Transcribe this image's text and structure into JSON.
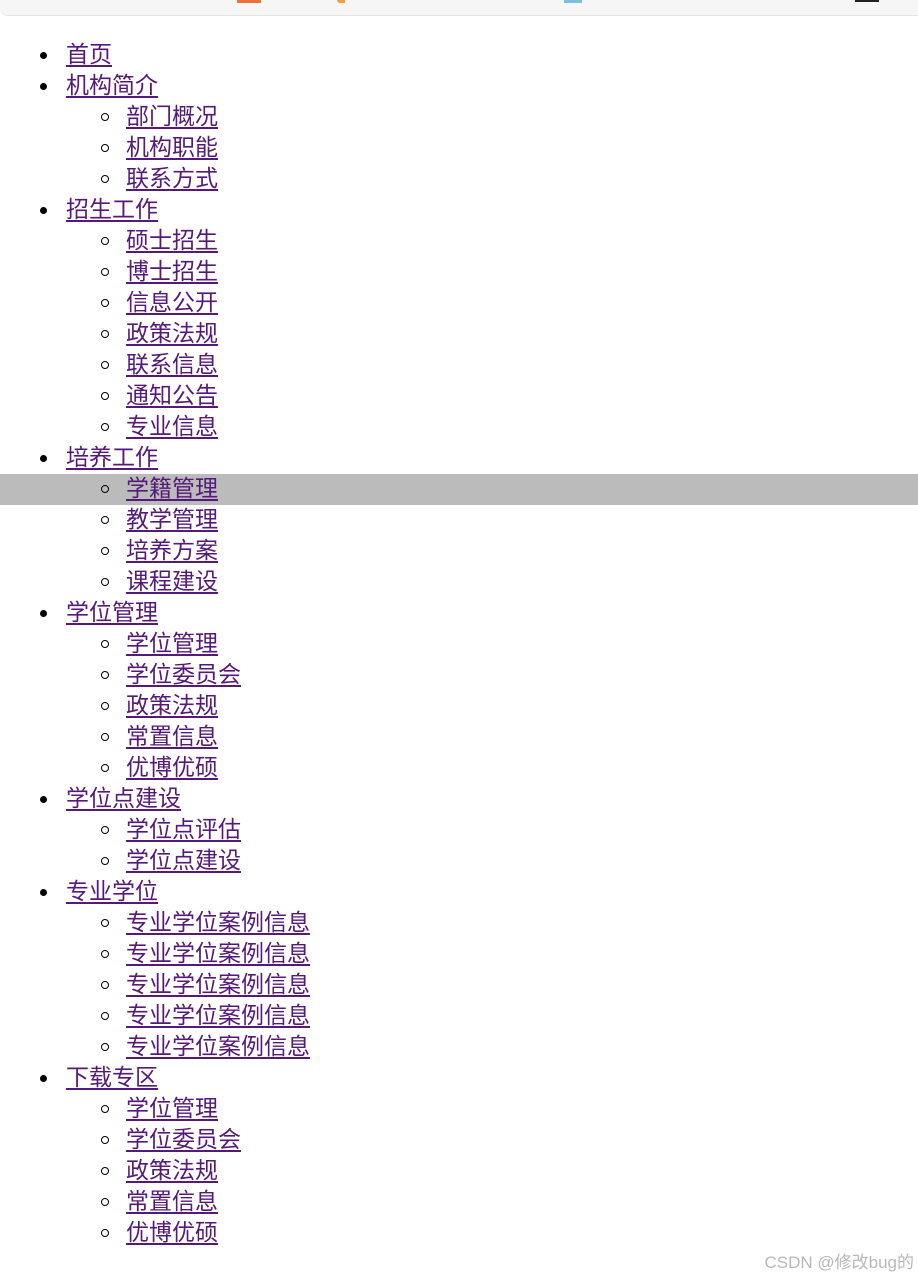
{
  "colors": {
    "link": "#55197a",
    "highlight": "#bbbbbb",
    "strip_accent_1": "#e8743b",
    "strip_accent_2": "#f0a040",
    "strip_accent_3": "#7fc0d8"
  },
  "nav": {
    "items": [
      {
        "label": "首页",
        "children": []
      },
      {
        "label": "机构简介",
        "children": [
          "部门概况",
          "机构职能",
          "联系方式"
        ]
      },
      {
        "label": "招生工作",
        "children": [
          "硕士招生",
          "博士招生",
          "信息公开",
          "政策法规",
          "联系信息",
          "通知公告",
          "专业信息"
        ]
      },
      {
        "label": "培养工作",
        "children": [
          "学籍管理",
          "教学管理",
          "培养方案",
          "课程建设"
        ],
        "highlighted_child": 0
      },
      {
        "label": "学位管理",
        "children": [
          "学位管理",
          "学位委员会",
          "政策法规",
          "常置信息",
          "优博优硕"
        ]
      },
      {
        "label": "学位点建设",
        "children": [
          "学位点评估",
          "学位点建设"
        ]
      },
      {
        "label": "专业学位",
        "children": [
          "专业学位案例信息",
          "专业学位案例信息",
          "专业学位案例信息",
          "专业学位案例信息",
          "专业学位案例信息"
        ]
      },
      {
        "label": "下载专区",
        "children": [
          "学位管理",
          "学位委员会",
          "政策法规",
          "常置信息",
          "优博优硕"
        ]
      }
    ]
  },
  "watermark": "CSDN @修改bug的"
}
